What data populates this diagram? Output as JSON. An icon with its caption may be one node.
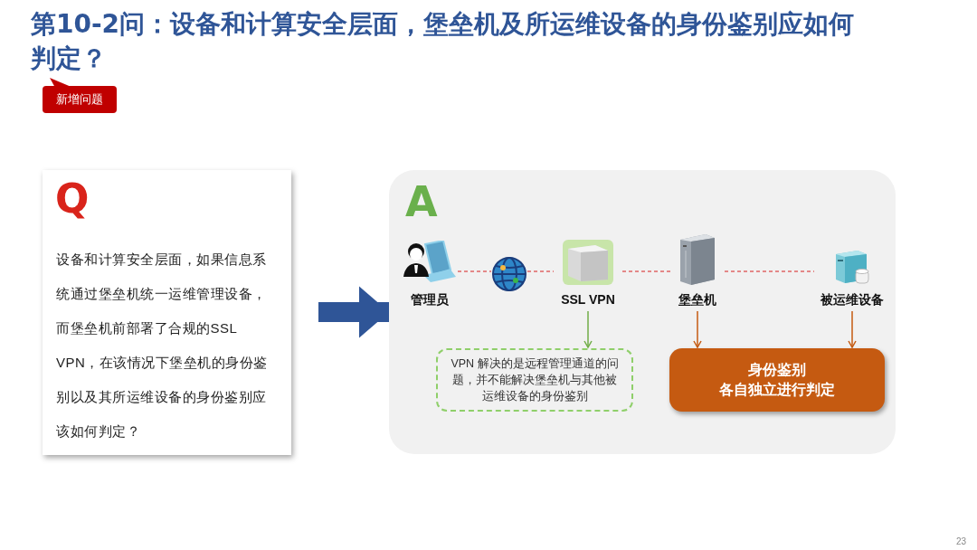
{
  "diagram": {
    "title": "第10-2问：设备和计算安全层面，堡垒机及所运维设备的身份鉴别应如何判定？",
    "nodes": [
      {
        "text": [
          "新增问题"
        ]
      },
      {
        "text": [
          "Q",
          "设备和计算安全层面，如果信息系统通过堡垒机统一运维管理设备，而堡垒机前部署了合规的SSL VPN，在该情况下堡垒机的身份鉴别以及其所运维设备的身份鉴别应该如何判定？"
        ]
      },
      {
        "text": [
          "A"
        ]
      },
      {
        "text": [
          "管理员"
        ],
        "in": 2
      },
      {
        "text": [],
        "shape": "picture",
        "in": 2
      },
      {
        "text": [
          "SSL VPN"
        ],
        "in": 2
      },
      {
        "text": [
          "堡垒机"
        ],
        "in": 2
      },
      {
        "text": [
          "被运维设备"
        ],
        "in": 2
      },
      {
        "text": [
          "VPN 解决的是远程管理通道的问题，并不能解决堡垒机与其他被运维设备的身份鉴别"
        ],
        "in": 2
      },
      {
        "text": [
          "身份鉴别",
          "各自独立进行判定"
        ],
        "in": 2
      }
    ],
    "edges": [
      {
        "from": 1,
        "to": 2,
        "arrow": "to",
        "style": "thick",
        "color": "#2f5597"
      },
      {
        "from": 3,
        "to": 4,
        "arrow": "none",
        "style": "dashed",
        "color": "#e06666"
      },
      {
        "from": 4,
        "to": 5,
        "arrow": "none",
        "style": "dashed",
        "color": "#e06666"
      },
      {
        "from": 5,
        "to": 6,
        "arrow": "none",
        "style": "dashed",
        "color": "#e06666"
      },
      {
        "from": 6,
        "to": 7,
        "arrow": "none",
        "style": "dashed",
        "color": "#e06666"
      },
      {
        "from": 5,
        "to": 8,
        "arrow": "to",
        "color": "#70ad47"
      },
      {
        "from": 6,
        "to": 9,
        "arrow": "to",
        "color": "#c55a11"
      },
      {
        "from": 7,
        "to": 9,
        "arrow": "to",
        "color": "#c55a11"
      }
    ],
    "labels": [
      "23"
    ]
  }
}
